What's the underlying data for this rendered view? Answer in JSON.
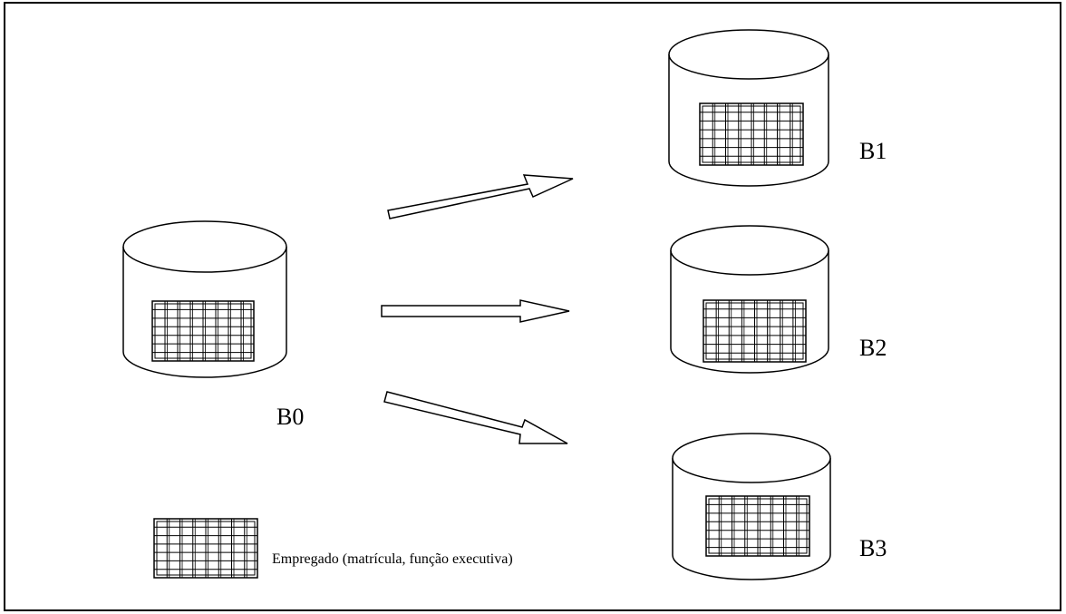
{
  "databases": [
    {
      "id": "B0",
      "label": "B0"
    },
    {
      "id": "B1",
      "label": "B1"
    },
    {
      "id": "B2",
      "label": "B2"
    },
    {
      "id": "B3",
      "label": "B3"
    }
  ],
  "legend": {
    "label": "Empregado (matrícula, função executiva)",
    "icon": "grid-table-icon"
  },
  "colors": {
    "stroke": "#000000",
    "background": "#ffffff"
  }
}
